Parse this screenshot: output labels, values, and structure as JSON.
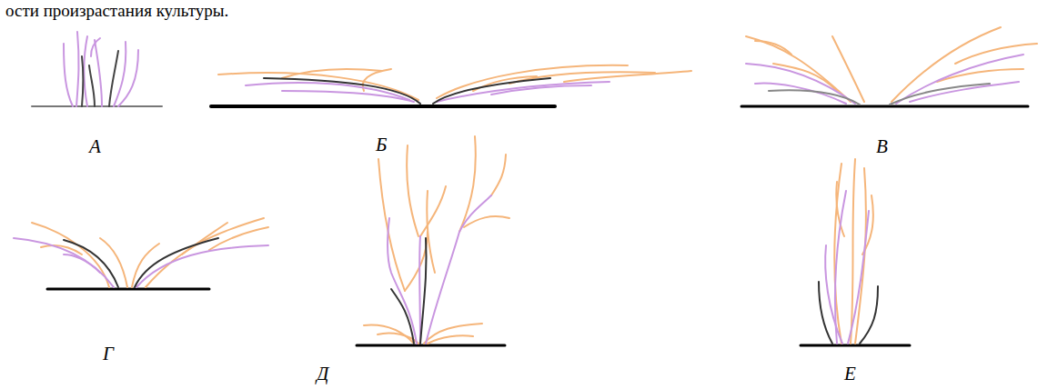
{
  "diagram": {
    "labels": [
      "ости произрастания культуры.",
      "А",
      "Б",
      "В",
      "Г",
      "Д",
      "Е"
    ]
  }
}
